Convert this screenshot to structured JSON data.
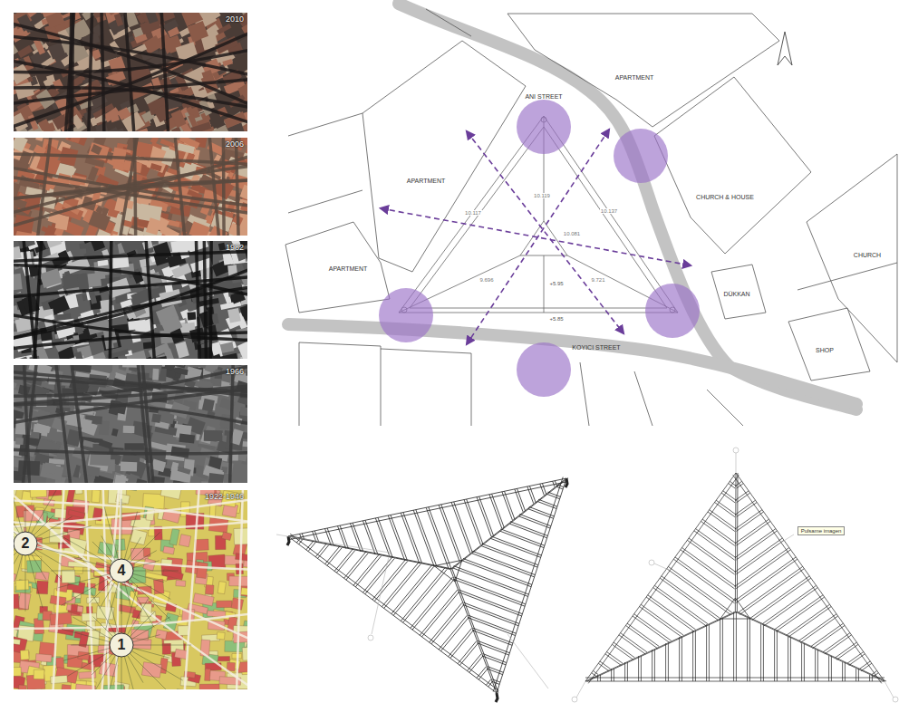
{
  "diagram": {
    "nodes": [
      {
        "text": [
          "2010"
        ]
      },
      {
        "text": [
          "2006"
        ]
      },
      {
        "text": [
          "1982"
        ]
      },
      {
        "text": [
          "1966"
        ]
      },
      {
        "text": [
          "1922-1946"
        ]
      },
      {
        "text": [
          "APARTMENT"
        ]
      },
      {
        "text": [
          "APARTMENT"
        ]
      },
      {
        "text": [
          "CHURCH & HOUSE"
        ]
      },
      {
        "text": [
          "CHURCH"
        ]
      },
      {
        "text": [
          "APARTMENT"
        ]
      },
      {
        "text": [
          "DÜKKAN"
        ]
      },
      {
        "text": [
          "SHOP"
        ]
      }
    ],
    "labels": [
      "ANI STREET",
      "KOYICI STREET",
      "10.119",
      "10.117",
      "10.137",
      "10.081",
      "9.696",
      "9.721",
      "+5.95",
      "+5.85",
      "2",
      "4",
      "1",
      "Pulsame imagen"
    ]
  }
}
